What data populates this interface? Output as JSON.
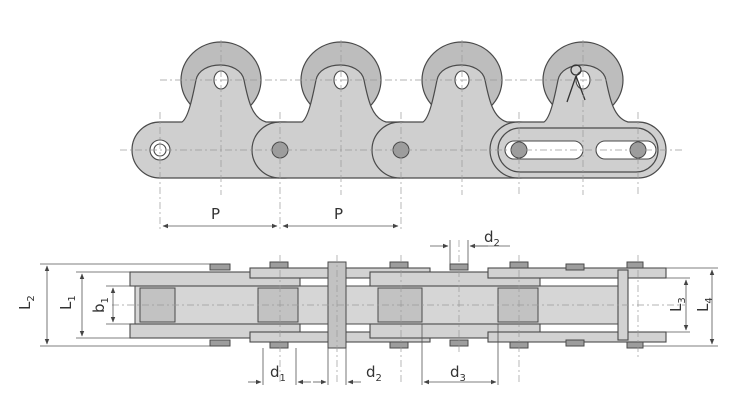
{
  "labels": {
    "pitch_left": "P",
    "pitch_right": "P",
    "d1": "d",
    "d1_sub": "1",
    "d2_bottom": "d",
    "d2_bottom_sub": "2",
    "d2_top": "d",
    "d2_top_sub": "2",
    "d3": "d",
    "d3_sub": "3",
    "b1": "b",
    "b1_sub": "1",
    "L1": "L",
    "L1_sub": "1",
    "L2": "L",
    "L2_sub": "2",
    "L3": "L",
    "L3_sub": "3",
    "L4": "L",
    "L4_sub": "4"
  },
  "colors": {
    "plate_fill": "#cfcfcf",
    "outline": "#4a4a4a",
    "centerline": "#9a9a9a"
  }
}
